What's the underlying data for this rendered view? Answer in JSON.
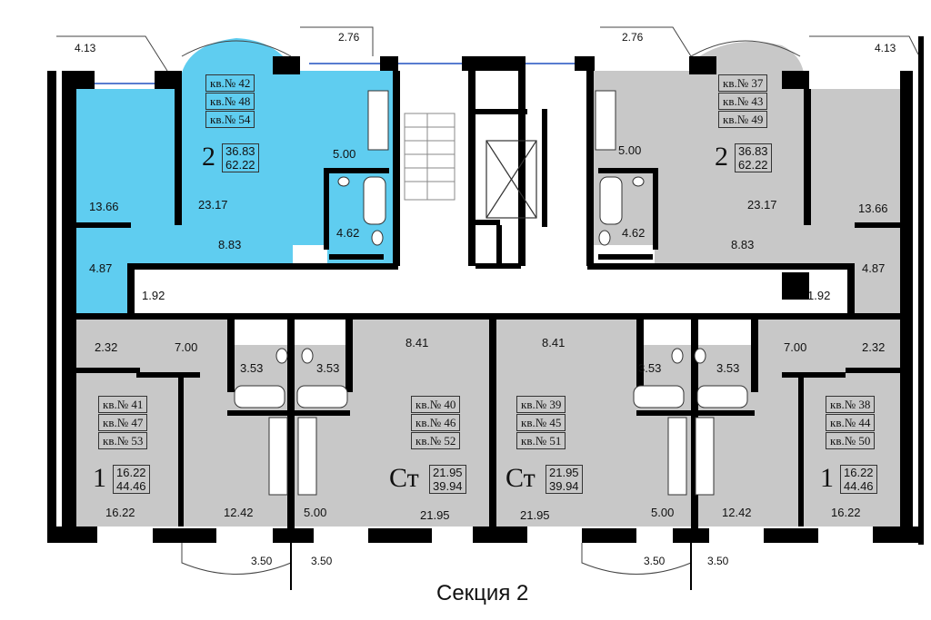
{
  "section_title": "Секция 2",
  "colors": {
    "highlight": "#5fcdf0",
    "gray": "#c8c8c8",
    "wall": "#000000"
  },
  "dimensions": {
    "top_left": "4.13",
    "top_left_b": "2.76",
    "top_right_b": "2.76",
    "top_right": "4.13",
    "bottom_1": "3.50",
    "bottom_2": "3.50",
    "bottom_3": "3.50",
    "bottom_4": "3.50"
  },
  "apartments": {
    "a42": {
      "numbers": [
        "кв.№ 42",
        "кв.№ 48",
        "кв.№ 54"
      ],
      "type": "2",
      "living": "36.83",
      "total": "62.22"
    },
    "a37": {
      "numbers": [
        "кв.№ 37",
        "кв.№ 43",
        "кв.№ 49"
      ],
      "type": "2",
      "living": "36.83",
      "total": "62.22"
    },
    "a41": {
      "numbers": [
        "кв.№ 41",
        "кв.№ 47",
        "кв.№ 53"
      ],
      "type": "1",
      "living": "16.22",
      "total": "44.46"
    },
    "a40": {
      "numbers": [
        "кв.№ 40",
        "кв.№ 46",
        "кв.№ 52"
      ],
      "type": "Ст",
      "living": "21.95",
      "total": "39.94"
    },
    "a39": {
      "numbers": [
        "кв.№ 39",
        "кв.№ 45",
        "кв.№ 51"
      ],
      "type": "Ст",
      "living": "21.95",
      "total": "39.94"
    },
    "a38": {
      "numbers": [
        "кв.№ 38",
        "кв.№ 44",
        "кв.№ 50"
      ],
      "type": "1",
      "living": "16.22",
      "total": "44.46"
    }
  },
  "rooms": {
    "r1": "13.66",
    "r2": "23.17",
    "r3": "5.00",
    "r4": "4.62",
    "r5": "8.83",
    "r6": "4.87",
    "r7": "5.00",
    "r8": "23.17",
    "r9": "13.66",
    "r10": "4.62",
    "r11": "8.83",
    "r12": "4.87",
    "r13": "1.92",
    "r14": "1.92",
    "r15": "2.32",
    "r16": "7.00",
    "r17": "8.41",
    "r18": "8.41",
    "r19": "7.00",
    "r20": "2.32",
    "r21": "3.53",
    "r22": "3.53",
    "r23": "3.53",
    "r24": "3.53",
    "r25": "16.22",
    "r26": "12.42",
    "r27": "5.00",
    "r28": "21.95",
    "r29": "21.95",
    "r30": "5.00",
    "r31": "12.42",
    "r32": "16.22"
  }
}
